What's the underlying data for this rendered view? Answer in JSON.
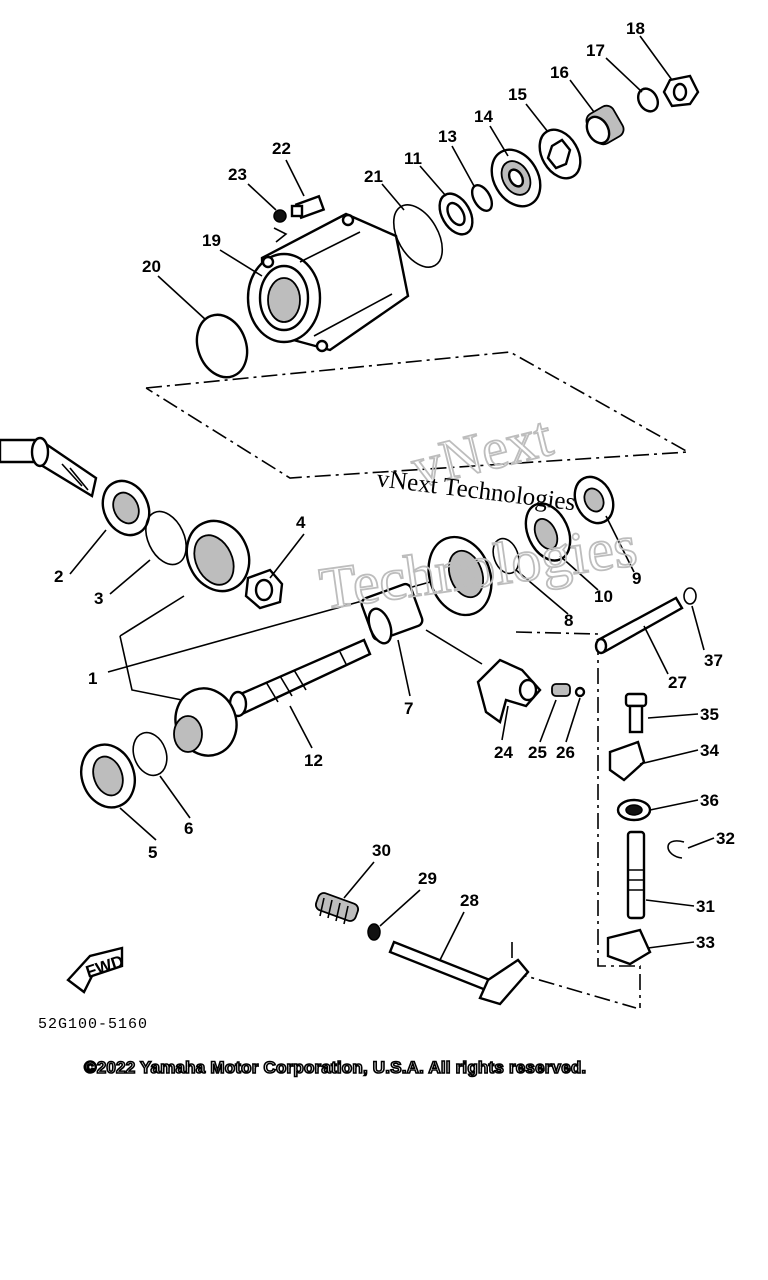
{
  "diagram": {
    "code": "52G100-5160",
    "fwd_label": "FWD",
    "copyright": "©2022 Yamaha Motor Corporation, U.S.A. All rights reserved.",
    "watermark": {
      "line1": "vNext",
      "line2": "vNext Technologies",
      "line3": "Technologies"
    },
    "callouts": [
      "1",
      "2",
      "3",
      "4",
      "5",
      "6",
      "7",
      "8",
      "9",
      "10",
      "11",
      "12",
      "13",
      "14",
      "15",
      "16",
      "17",
      "18",
      "19",
      "20",
      "21",
      "22",
      "23",
      "24",
      "25",
      "26",
      "27",
      "28",
      "29",
      "30",
      "31",
      "32",
      "33",
      "34",
      "35",
      "36",
      "37"
    ]
  }
}
